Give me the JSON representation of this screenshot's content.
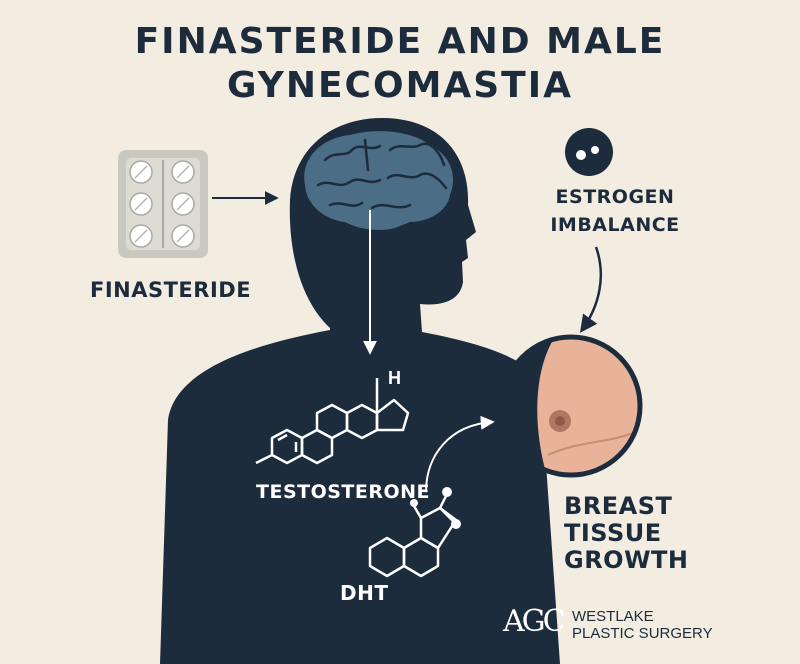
{
  "title": {
    "line1": "FINASTERIDE AND MALE",
    "line2": "GYNECOMASTIA"
  },
  "labels": {
    "finasteride": "FINASTERIDE",
    "estrogen_line1": "ESTROGEN",
    "estrogen_line2": "IMBALANCE",
    "testosterone": "TESTOSTERONE",
    "dht": "DHT",
    "breast_line1": "BREAST",
    "breast_line2": "TISSUE",
    "breast_line3": "GROWTH",
    "h_atom": "H"
  },
  "logo": {
    "mark": "AGC",
    "line1": "WESTLAKE",
    "line2": "PLASTIC SURGERY"
  },
  "colors": {
    "background": "#f3ece1",
    "navy": "#1c2c3d",
    "brain": "#4b6d86",
    "skin": "#e9b39a",
    "pill_pack": "#c9c8c1"
  },
  "icons": [
    "pill-pack-icon",
    "brain-icon",
    "testosterone-molecule-icon",
    "dht-molecule-icon",
    "estrogen-icon",
    "breast-icon"
  ]
}
